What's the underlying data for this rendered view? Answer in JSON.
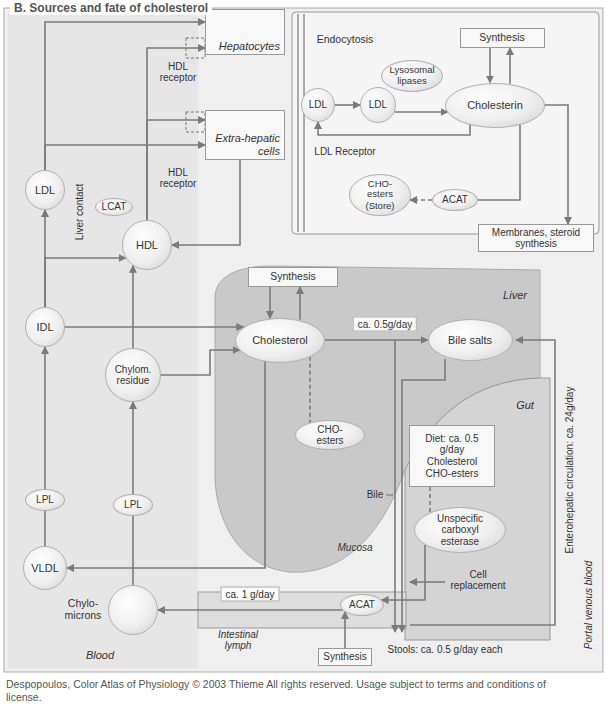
{
  "diagram": {
    "title": "B. Sources and fate of cholesterol",
    "caption": "Despopoulos, Color Atlas of Physiology © 2003 Thieme All rights reserved. Usage subject to terms and conditions of license.",
    "nodes": [
      {
        "text": [
          "Hepatocytes"
        ]
      },
      {
        "text": [
          "Extra-hepatic cells"
        ]
      },
      {
        "text": [
          "Synthesis"
        ]
      },
      {
        "text": [
          "LDL"
        ]
      },
      {
        "text": [
          "LDL"
        ]
      },
      {
        "text": [
          "Lysosomal lipases"
        ]
      },
      {
        "text": [
          "Cholesterin"
        ]
      },
      {
        "text": [
          "CHO- esters",
          "(Store)"
        ]
      },
      {
        "text": [
          "ACAT"
        ]
      },
      {
        "text": [
          "Membranes, steroid synthesis"
        ]
      },
      {
        "text": [
          "LDL"
        ]
      },
      {
        "text": [
          "LCAT"
        ]
      },
      {
        "text": [
          "HDL"
        ]
      },
      {
        "text": [
          "IDL"
        ]
      },
      {
        "text": [
          "Chylom. residue"
        ]
      },
      {
        "text": [
          "LPL"
        ]
      },
      {
        "text": [
          "LPL"
        ]
      },
      {
        "text": [
          "VLDL"
        ]
      },
      {
        "text": [
          "Chylo- microns"
        ]
      },
      {
        "text": [
          "Synthesis"
        ]
      },
      {
        "text": [
          "Cholesterol"
        ]
      },
      {
        "text": [
          "Bile salts"
        ]
      },
      {
        "text": [
          "CHO-esters"
        ]
      },
      {
        "text": [
          "Diet: ca. 0.5 g/day",
          "Cholesterol",
          "CHO-esters"
        ]
      },
      {
        "text": [
          "Unspecific carboxyl esterase"
        ]
      },
      {
        "text": [
          "ACAT"
        ]
      },
      {
        "text": [
          "Synthesis"
        ]
      }
    ],
    "edges": [
      {
        "from": 10,
        "to": 0,
        "arrow": "to"
      },
      {
        "from": 10,
        "to": 1,
        "arrow": "to"
      },
      {
        "from": 12,
        "to": 0,
        "arrow": "to"
      },
      {
        "from": 12,
        "to": 1,
        "arrow": "to"
      },
      {
        "from": 1,
        "to": 12,
        "arrow": "to"
      },
      {
        "from": 13,
        "to": 10,
        "arrow": "to"
      },
      {
        "from": 13,
        "to": 12,
        "arrow": "to"
      },
      {
        "from": 13,
        "to": 20,
        "arrow": "to"
      },
      {
        "from": 14,
        "to": 12,
        "arrow": "to"
      },
      {
        "from": 14,
        "to": 20,
        "arrow": "to"
      },
      {
        "from": 17,
        "to": 15,
        "arrow": "none"
      },
      {
        "from": 15,
        "to": 13,
        "arrow": "to"
      },
      {
        "from": 18,
        "to": 16,
        "arrow": "none"
      },
      {
        "from": 16,
        "to": 14,
        "arrow": "to"
      },
      {
        "from": 20,
        "to": 17,
        "arrow": "to"
      },
      {
        "from": 20,
        "to": 21,
        "arrow": "to",
        "label": "ca. 0.5g/day"
      },
      {
        "from": 19,
        "to": 20,
        "arrow": "to"
      },
      {
        "from": 20,
        "to": 19,
        "arrow": "to"
      },
      {
        "from": 2,
        "to": 6,
        "arrow": "to"
      },
      {
        "from": 6,
        "to": 2,
        "arrow": "to"
      },
      {
        "from": 3,
        "to": 4,
        "arrow": "to"
      },
      {
        "from": 4,
        "to": 6,
        "arrow": "to"
      },
      {
        "from": 6,
        "to": 3,
        "arrow": "to"
      },
      {
        "from": 6,
        "to": 8,
        "arrow": "none"
      },
      {
        "from": 8,
        "to": 7,
        "arrow": "to"
      },
      {
        "from": 6,
        "to": 9,
        "arrow": "to"
      },
      {
        "from": 20,
        "to": 22,
        "arrow": "none"
      },
      {
        "from": 23,
        "to": 24,
        "arrow": "none"
      },
      {
        "from": 24,
        "to": 25,
        "arrow": "to"
      },
      {
        "from": 25,
        "to": 18,
        "arrow": "to",
        "label": "ca. 1 g/day"
      },
      {
        "from": 26,
        "to": 25,
        "arrow": "to"
      }
    ],
    "labels": [
      "HDL receptor",
      "HDL receptor",
      "Endocytosis",
      "LDL Receptor",
      "Liver contact",
      "Liver",
      "Gut",
      "Bile",
      "Mucosa",
      "Cell replacement",
      "Enterohepatic circulation: ca. 24g/day",
      "Portal venous blood",
      "Blood",
      "Intestinal lymph",
      "Stools: ca. 0.5 g/day each"
    ]
  }
}
